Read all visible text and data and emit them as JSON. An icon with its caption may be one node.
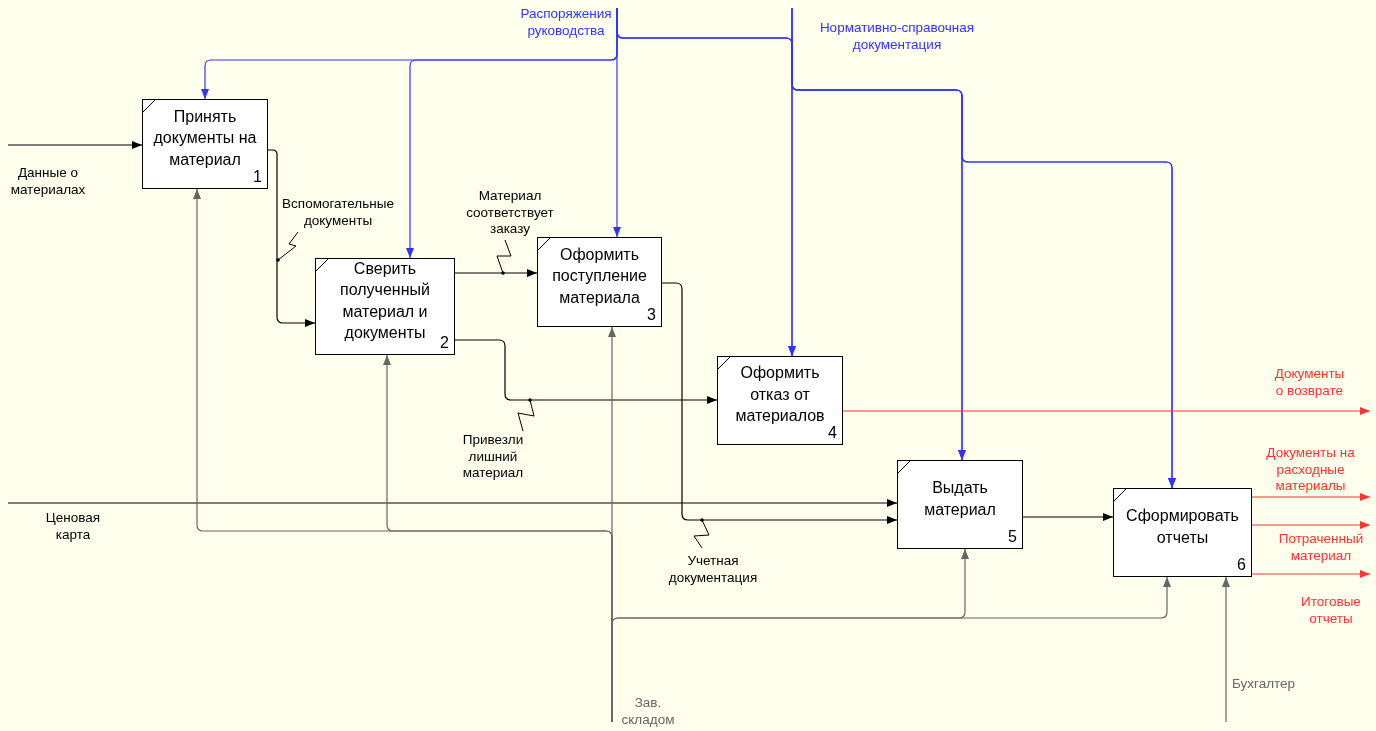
{
  "diagram": {
    "nodes": [
      {
        "text": [
          "Принять документы на материал",
          "1"
        ]
      },
      {
        "text": [
          "Сверить полученный материал и документы",
          "2"
        ]
      },
      {
        "text": [
          "Оформить поступление материала",
          "3"
        ]
      },
      {
        "text": [
          "Оформить отказ от материалов",
          "4"
        ]
      },
      {
        "text": [
          "Выдать материал",
          "5"
        ]
      },
      {
        "text": [
          "Сформировать отчеты",
          "6"
        ]
      }
    ],
    "edges": [
      {
        "from": null,
        "to": 0,
        "arrow": "to",
        "label": "Данные о материалах",
        "color": "#000000"
      },
      {
        "from": null,
        "to": 0,
        "arrow": "to",
        "label": "Распоряжения руководства",
        "color": "#3333ff"
      },
      {
        "from": null,
        "to": 1,
        "arrow": "to",
        "color": "#3333ff"
      },
      {
        "from": null,
        "to": 2,
        "arrow": "to",
        "color": "#3333ff"
      },
      {
        "from": null,
        "to": 3,
        "arrow": "to",
        "color": "#3333ff"
      },
      {
        "from": null,
        "to": 4,
        "arrow": "to",
        "color": "#3333ff"
      },
      {
        "from": null,
        "to": 5,
        "arrow": "to",
        "color": "#3333ff"
      },
      {
        "from": null,
        "to": 3,
        "arrow": "to",
        "label": "Нормативно-справочная документация",
        "color": "#3333ff"
      },
      {
        "from": null,
        "to": 4,
        "arrow": "to",
        "color": "#3333ff"
      },
      {
        "from": null,
        "to": 5,
        "arrow": "to",
        "color": "#3333ff"
      },
      {
        "from": 0,
        "to": 1,
        "arrow": "to",
        "label": "Вспомогательные документы",
        "color": "#000000"
      },
      {
        "from": 1,
        "to": 2,
        "arrow": "to",
        "label": "Материал соответствует заказу",
        "color": "#000000"
      },
      {
        "from": 1,
        "to": 3,
        "arrow": "to",
        "label": "Привезли лишний материал",
        "color": "#000000"
      },
      {
        "from": 2,
        "to": 4,
        "arrow": "to",
        "label": "Учетная документация",
        "color": "#000000"
      },
      {
        "from": null,
        "to": 4,
        "arrow": "to",
        "label": "Ценовая карта",
        "color": "#000000"
      },
      {
        "from": 4,
        "to": 5,
        "arrow": "to",
        "color": "#000000"
      },
      {
        "from": 3,
        "to": null,
        "arrow": "to",
        "label": "Документы о возврате",
        "color": "#ff3333"
      },
      {
        "from": 5,
        "to": null,
        "arrow": "to",
        "label": "Документы на расходные материалы",
        "color": "#ff3333"
      },
      {
        "from": 5,
        "to": null,
        "arrow": "to",
        "label": "Потраченный материал",
        "color": "#ff3333"
      },
      {
        "from": 5,
        "to": null,
        "arrow": "to",
        "label": "Итоговые отчеты",
        "color": "#ff3333"
      },
      {
        "from": null,
        "to": 0,
        "arrow": "to",
        "label": "Зав. складом",
        "color": "#666666"
      },
      {
        "from": null,
        "to": 1,
        "arrow": "to",
        "color": "#666666"
      },
      {
        "from": null,
        "to": 2,
        "arrow": "to",
        "color": "#666666"
      },
      {
        "from": null,
        "to": 4,
        "arrow": "to",
        "color": "#666666"
      },
      {
        "from": null,
        "to": 5,
        "arrow": "to",
        "color": "#666666"
      },
      {
        "from": null,
        "to": 5,
        "arrow": "to",
        "label": "Бухгалтер",
        "color": "#666666"
      }
    ]
  }
}
